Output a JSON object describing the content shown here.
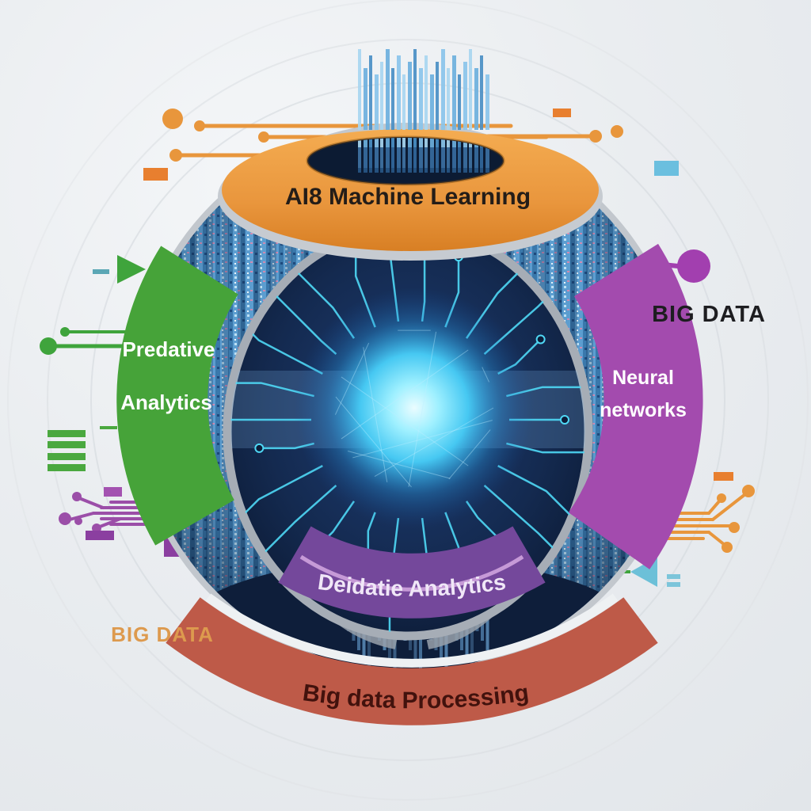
{
  "illustration": {
    "rings": {
      "machine_learning_label": "AI8 Machine Learning",
      "predictive_line1": "Predative",
      "predictive_line2": "Analytics",
      "neural_line1": "Neural",
      "neural_line2": "networks",
      "descriptive_label": "Deidatie Analytics",
      "processing_label": "Big data Processing"
    },
    "annotations": {
      "big_data_right": "BIG DATA",
      "big_data_left": "BIG DATA"
    },
    "colors": {
      "orange": "#E8963C",
      "orange_deep": "#DD8126",
      "green": "#46A339",
      "magenta": "#A34BAE",
      "purple": "#74489B",
      "red": "#BE5A48",
      "navy": "#0F1F3C",
      "cyan": "#4FD8F5",
      "silver": "#C6CBD1",
      "background": "#E9EBEE"
    }
  }
}
